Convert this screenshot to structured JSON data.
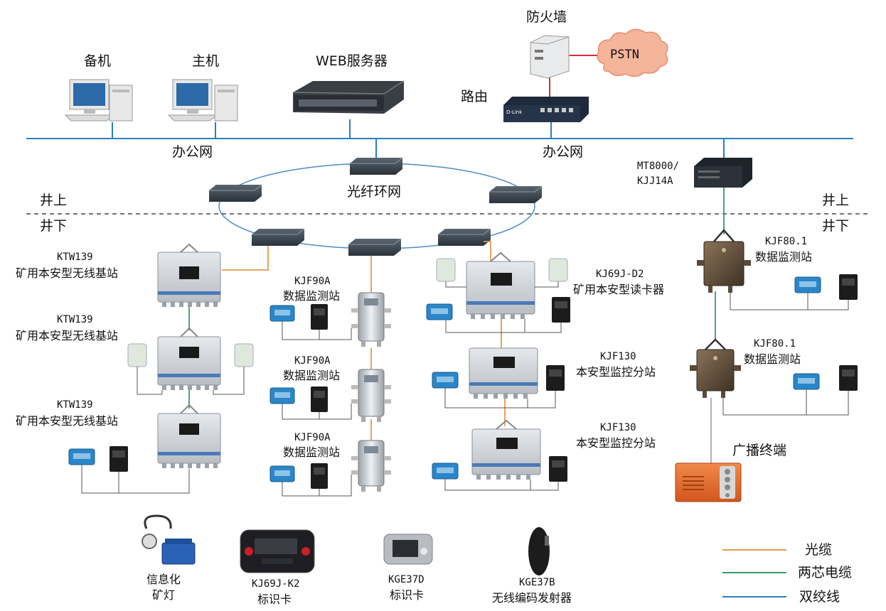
{
  "colors": {
    "fiber": "#e39a4a",
    "two_core": "#3a9a6a",
    "twisted_pair": "#2a7fc0",
    "office_net": "#2a7fc0",
    "pstn_cloud": "#f4b59a",
    "firewall_link": "#d93030"
  },
  "top": {
    "backup": "备机",
    "host": "主机",
    "web_server": "WEB服务器",
    "firewall": "防火墙",
    "pstn": "PSTN",
    "router": "路由",
    "router_brand": "D-Link",
    "office_net_left": "办公网",
    "office_net_right": "办公网",
    "mt8000_line1": "MT8000/",
    "mt8000_line2": "KJJ14A"
  },
  "ring": {
    "label": "光纤环网"
  },
  "zones": {
    "above_left": "井上",
    "below_left": "井下",
    "above_right": "井上",
    "below_right": "井下"
  },
  "left_column": {
    "ktw1_line1": "KTW139",
    "ktw1_line2": "矿用本安型无线基站",
    "ktw2_line1": "KTW139",
    "ktw2_line2": "矿用本安型无线基站",
    "ktw3_line1": "KTW139",
    "ktw3_line2": "矿用本安型无线基站"
  },
  "mid_column": {
    "kjf90a_1_line1": "KJF90A",
    "kjf90a_1_line2": "数据监测站",
    "kjf90a_2_line1": "KJF90A",
    "kjf90a_2_line2": "数据监测站",
    "kjf90a_3_line1": "KJF90A",
    "kjf90a_3_line2": "数据监测站"
  },
  "right_mid_column": {
    "kj69j_line1": "KJ69J-D2",
    "kj69j_line2": "矿用本安型读卡器",
    "kjf130_1_line1": "KJF130",
    "kjf130_1_line2": "本安型监控分站",
    "kjf130_2_line1": "KJF130",
    "kjf130_2_line2": "本安型监控分站"
  },
  "right_column": {
    "kjf80_1_line1": "KJF80.1",
    "kjf80_1_line2": "数据监测站",
    "kjf80_2_line1": "KJF80.1",
    "kjf80_2_line2": "数据监测站",
    "broadcast": "广播终端"
  },
  "bottom_devices": {
    "lamp_line1": "信息化",
    "lamp_line2": "矿灯",
    "k2_line1": "KJ69J-K2",
    "k2_line2": "标识卡",
    "kge37d_line1": "KGE37D",
    "kge37d_line2": "标识卡",
    "kge37b_line1": "KGE37B",
    "kge37b_line2": "无线编码发射器"
  },
  "legend": {
    "fiber": "光缆",
    "two_core": "两芯电缆",
    "twisted_pair": "双绞线"
  }
}
